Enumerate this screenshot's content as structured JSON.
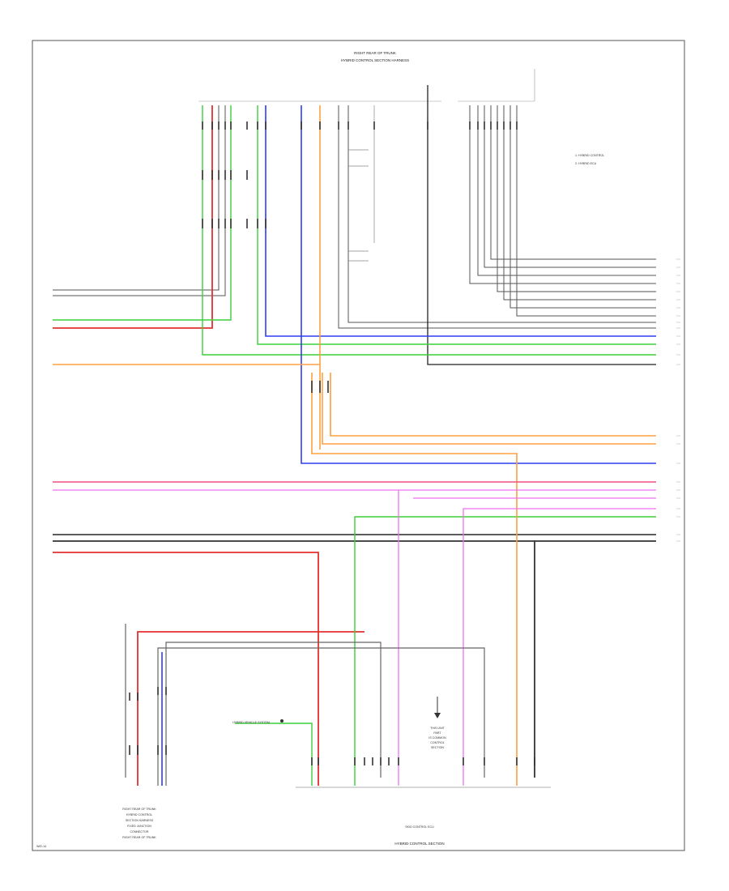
{
  "diagram": {
    "title_line1": "RIGHT REAR OF TRUNK",
    "title_line2": "HYBRID CONTROL SECTION HARNESS",
    "legend_line1": "1: HYBRID CONTROL",
    "legend_line2": "2: HYBRID ECU",
    "bottom_unit_label": "SKID CONTROL ECU",
    "bottom_caption": "HYBRID CONTROL SECTION",
    "left_box_label": [
      "RIGHT REAR OF TRUNK",
      "HYBRID CONTROL",
      "SECTION HARNESS",
      "FIXED JUNCTION",
      "CONNECTOR",
      "RIGHT REAR OF TRUNK"
    ],
    "hybrid_vehicle_label": "HYBRID VEHICLE SYSTEM",
    "right_unit_label": [
      "THIS UNIT",
      "PART",
      "IS COMMON",
      "CONTROL",
      "SECTION"
    ],
    "page_ref": "W/D-14"
  }
}
